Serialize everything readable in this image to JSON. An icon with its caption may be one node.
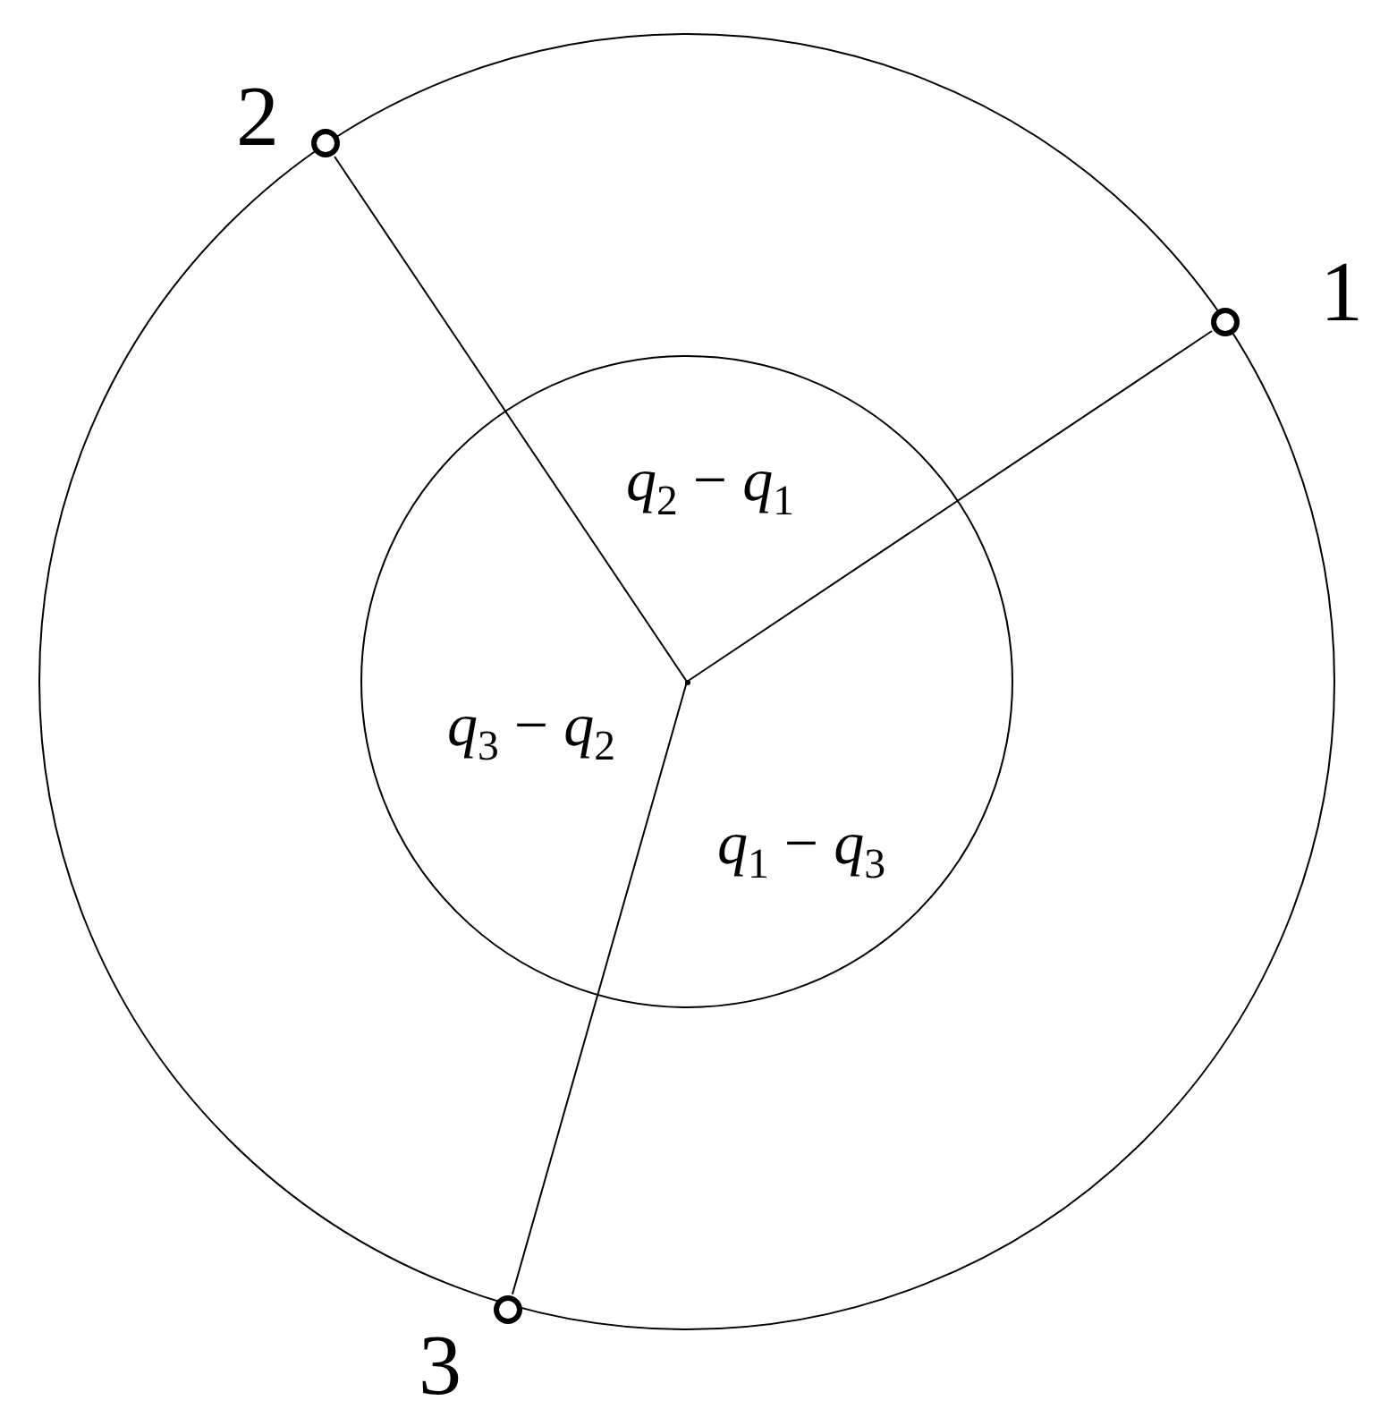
{
  "diagram": {
    "nodes": [
      {
        "text": [
          "1"
        ]
      },
      {
        "text": [
          "2"
        ]
      },
      {
        "text": [
          "3"
        ]
      },
      {
        "text": [],
        "shape": "point"
      }
    ],
    "edges": [
      {
        "from": 3,
        "to": 0,
        "arrow": "none"
      },
      {
        "from": 3,
        "to": 1,
        "arrow": "none"
      },
      {
        "from": 3,
        "to": 2,
        "arrow": "none"
      }
    ],
    "labels": [
      "*q*$_{2}$ − *q*$_{1}$",
      "*q*$_{3}$ − *q*$_{2}$",
      "*q*$_{1}$ − *q*$_{3}$"
    ]
  }
}
